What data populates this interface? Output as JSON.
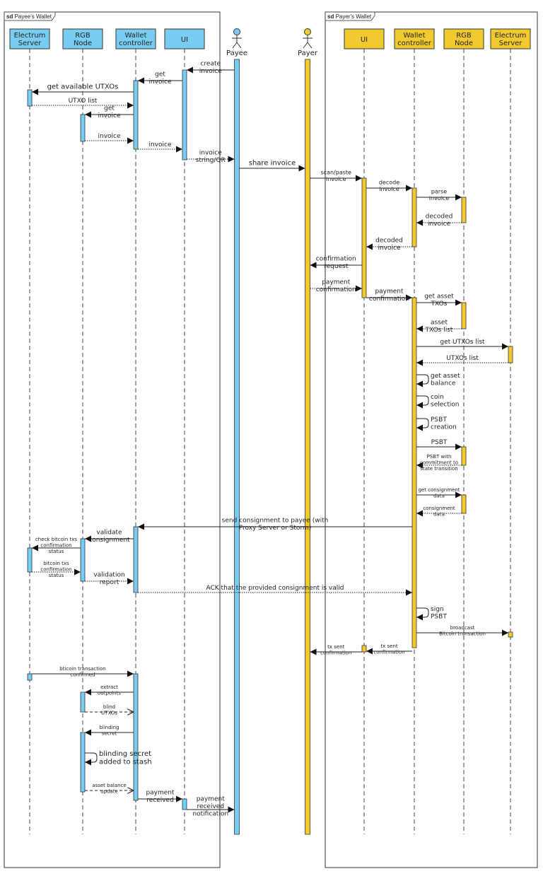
{
  "colors": {
    "payee": "#79cdf0",
    "payer": "#f2c92e",
    "line": "#222222"
  },
  "frames": [
    {
      "id": "payee_wallet",
      "keyword": "sd",
      "title": "Payee's Wallet"
    },
    {
      "id": "payer_wallet",
      "keyword": "sd",
      "title": "Payer's Wallet"
    }
  ],
  "lifelines": [
    {
      "id": "p_es",
      "label": [
        "Electrum",
        "Server"
      ],
      "side": "payee"
    },
    {
      "id": "p_rgb",
      "label": [
        "RGB",
        "Node"
      ],
      "side": "payee"
    },
    {
      "id": "p_wc",
      "label": [
        "Wallet",
        "controller"
      ],
      "side": "payee"
    },
    {
      "id": "p_ui",
      "label": [
        "UI"
      ],
      "side": "payee"
    },
    {
      "id": "payee",
      "label": [
        "Payee"
      ],
      "side": "payee",
      "actor": true
    },
    {
      "id": "payer",
      "label": [
        "Payer"
      ],
      "side": "payer",
      "actor": true
    },
    {
      "id": "q_ui",
      "label": [
        "UI"
      ],
      "side": "payer"
    },
    {
      "id": "q_wc",
      "label": [
        "Wallet",
        "controller"
      ],
      "side": "payer"
    },
    {
      "id": "q_rgb",
      "label": [
        "RGB",
        "Node"
      ],
      "side": "payer"
    },
    {
      "id": "q_es",
      "label": [
        "Electrum",
        "Server"
      ],
      "side": "payer"
    }
  ],
  "messages": [
    {
      "from": "payee",
      "to": "p_ui",
      "label": [
        "create",
        "invoice"
      ],
      "type": "sync"
    },
    {
      "from": "p_ui",
      "to": "p_wc",
      "label": [
        "get",
        "invoice"
      ],
      "type": "sync"
    },
    {
      "from": "p_wc",
      "to": "p_es",
      "label": [
        "get available UTXOs"
      ],
      "type": "sync"
    },
    {
      "from": "p_es",
      "to": "p_wc",
      "label": [
        "UTXO list"
      ],
      "type": "reply"
    },
    {
      "from": "p_wc",
      "to": "p_rgb",
      "label": [
        "get",
        "invoice"
      ],
      "type": "sync"
    },
    {
      "from": "p_rgb",
      "to": "p_wc",
      "label": [
        "invoice"
      ],
      "type": "reply"
    },
    {
      "from": "p_wc",
      "to": "p_ui",
      "label": [
        "invoice"
      ],
      "type": "reply"
    },
    {
      "from": "p_ui",
      "to": "payee",
      "label": [
        "invoice",
        "string/QR"
      ],
      "type": "reply"
    },
    {
      "from": "payee",
      "to": "payer",
      "label": [
        "share invoice"
      ],
      "type": "sync"
    },
    {
      "from": "payer",
      "to": "q_ui",
      "label": [
        "scan/paste",
        "invoice"
      ],
      "type": "sync"
    },
    {
      "from": "q_ui",
      "to": "q_wc",
      "label": [
        "decode",
        "invoice"
      ],
      "type": "sync"
    },
    {
      "from": "q_wc",
      "to": "q_rgb",
      "label": [
        "parse",
        "invoice"
      ],
      "type": "sync"
    },
    {
      "from": "q_rgb",
      "to": "q_wc",
      "label": [
        "decoded",
        "invoice"
      ],
      "type": "reply"
    },
    {
      "from": "q_wc",
      "to": "q_ui",
      "label": [
        "decoded",
        "invoice"
      ],
      "type": "reply"
    },
    {
      "from": "q_ui",
      "to": "payer",
      "label": [
        "confirmation",
        "request"
      ],
      "type": "sync"
    },
    {
      "from": "payer",
      "to": "q_ui",
      "label": [
        "payment",
        "confirmation"
      ],
      "type": "reply"
    },
    {
      "from": "q_ui",
      "to": "q_wc",
      "label": [
        "payment",
        "confirmation"
      ],
      "type": "sync"
    },
    {
      "from": "q_wc",
      "to": "q_rgb",
      "label": [
        "get asset",
        "TXOs"
      ],
      "type": "sync"
    },
    {
      "from": "q_rgb",
      "to": "q_wc",
      "label": [
        "asset",
        "TXOs list"
      ],
      "type": "reply"
    },
    {
      "from": "q_wc",
      "to": "q_es",
      "label": [
        "get UTXOs list"
      ],
      "type": "sync"
    },
    {
      "from": "q_es",
      "to": "q_wc",
      "label": [
        "UTXOs list"
      ],
      "type": "reply"
    },
    {
      "from": "q_wc",
      "to": "q_wc",
      "label": [
        "get asset",
        "balance"
      ],
      "type": "self"
    },
    {
      "from": "q_wc",
      "to": "q_wc",
      "label": [
        "coin",
        "selection"
      ],
      "type": "self"
    },
    {
      "from": "q_wc",
      "to": "q_wc",
      "label": [
        "PSBT",
        "creation"
      ],
      "type": "self"
    },
    {
      "from": "q_wc",
      "to": "q_rgb",
      "label": [
        "PSBT"
      ],
      "type": "sync"
    },
    {
      "from": "q_rgb",
      "to": "q_wc",
      "label": [
        "PSBT with",
        "commitment to",
        "state transition"
      ],
      "type": "reply"
    },
    {
      "from": "q_wc",
      "to": "q_rgb",
      "label": [
        "get consignment",
        "data"
      ],
      "type": "sync"
    },
    {
      "from": "q_rgb",
      "to": "q_wc",
      "label": [
        "consignment",
        "data"
      ],
      "type": "reply"
    },
    {
      "from": "q_wc",
      "to": "p_wc",
      "label": [
        "send consignment to payee (with",
        "Proxy Server or Storm)"
      ],
      "type": "sync"
    },
    {
      "from": "p_wc",
      "to": "p_rgb",
      "label": [
        "validate",
        "consignment"
      ],
      "type": "sync"
    },
    {
      "from": "p_rgb",
      "to": "p_es",
      "label": [
        "check bitcoin txs",
        "confirmation",
        "status"
      ],
      "type": "sync"
    },
    {
      "from": "p_es",
      "to": "p_rgb",
      "label": [
        "bitcoin txs",
        "confirmation",
        "status"
      ],
      "type": "reply"
    },
    {
      "from": "p_rgb",
      "to": "p_wc",
      "label": [
        "validation",
        "report"
      ],
      "type": "reply"
    },
    {
      "from": "p_wc",
      "to": "q_wc",
      "label": [
        "ACK that the provided consignment is valid"
      ],
      "type": "reply"
    },
    {
      "from": "q_wc",
      "to": "q_wc",
      "label": [
        "sign",
        "PSBT"
      ],
      "type": "self"
    },
    {
      "from": "q_wc",
      "to": "q_es",
      "label": [
        "broadcast",
        "Bitcoin transaction"
      ],
      "type": "sync"
    },
    {
      "from": "q_wc",
      "to": "q_ui",
      "label": [
        "tx sent",
        "confirmation"
      ],
      "type": "sync"
    },
    {
      "from": "q_ui",
      "to": "payer",
      "label": [
        "tx sent",
        "confirmation"
      ],
      "type": "sync"
    },
    {
      "from": "p_es",
      "to": "p_wc",
      "label": [
        "bticoin transaction",
        "confirmed"
      ],
      "type": "sync"
    },
    {
      "from": "p_wc",
      "to": "p_rgb",
      "label": [
        "extract",
        "outpoints"
      ],
      "type": "sync"
    },
    {
      "from": "p_rgb",
      "to": "p_wc",
      "label": [
        "blind",
        "UTXOs"
      ],
      "type": "return"
    },
    {
      "from": "p_wc",
      "to": "p_rgb",
      "label": [
        "blinding",
        "secret"
      ],
      "type": "sync"
    },
    {
      "from": "p_rgb",
      "to": "p_rgb",
      "label": [
        "blinding secret",
        "added to stash"
      ],
      "type": "self"
    },
    {
      "from": "p_rgb",
      "to": "p_wc",
      "label": [
        "asset balance",
        "update"
      ],
      "type": "return"
    },
    {
      "from": "p_wc",
      "to": "p_ui",
      "label": [
        "payment",
        "received"
      ],
      "type": "sync"
    },
    {
      "from": "p_ui",
      "to": "payee",
      "label": [
        "payment",
        "received",
        "notification"
      ],
      "type": "sync"
    }
  ]
}
